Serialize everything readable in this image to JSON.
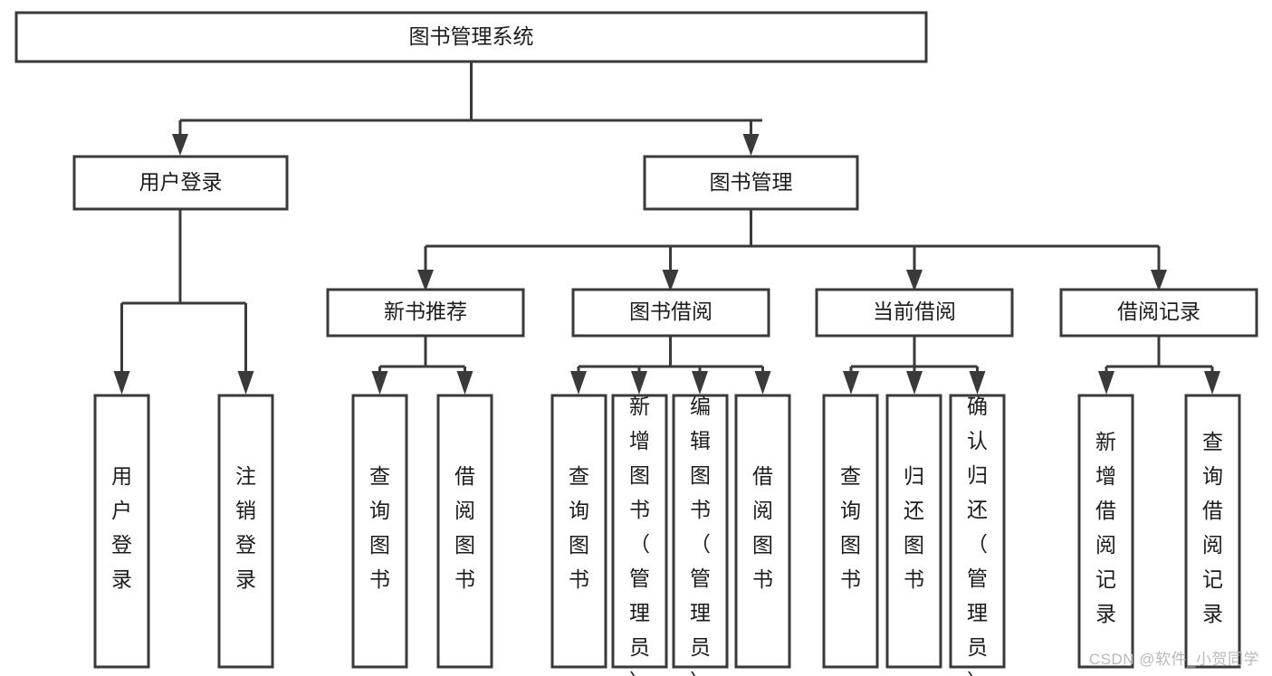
{
  "diagram": {
    "title": "图书管理系统",
    "type": "tree-hierarchy",
    "watermark": "CSDN @软件_小贺同学",
    "colors": {
      "background": "#ffffff",
      "box_stroke": "#3a3a3a",
      "box_fill": "#ffffff",
      "text": "#1c1c1c",
      "connector": "#3a3a3a",
      "watermark": "#b9b9b9"
    },
    "levels": {
      "root": {
        "label": "图书管理系统"
      },
      "level2": [
        {
          "label": "用户登录"
        },
        {
          "label": "图书管理"
        }
      ],
      "level3": [
        {
          "label": "新书推荐"
        },
        {
          "label": "图书借阅"
        },
        {
          "label": "当前借阅"
        },
        {
          "label": "借阅记录"
        }
      ],
      "leaves": [
        {
          "label": "用户登录",
          "parent": "用户登录"
        },
        {
          "label": "注销登录",
          "parent": "用户登录"
        },
        {
          "label": "查询图书",
          "parent": "新书推荐"
        },
        {
          "label": "借阅图书",
          "parent": "新书推荐"
        },
        {
          "label": "查询图书",
          "parent": "图书借阅"
        },
        {
          "label": "新增图书（管理员）",
          "parent": "图书借阅"
        },
        {
          "label": "编辑图书（管理员）",
          "parent": "图书借阅"
        },
        {
          "label": "借阅图书",
          "parent": "图书借阅"
        },
        {
          "label": "查询图书",
          "parent": "当前借阅"
        },
        {
          "label": "归还图书",
          "parent": "当前借阅"
        },
        {
          "label": "确认归还（管理员）",
          "parent": "当前借阅"
        },
        {
          "label": "新增借阅记录",
          "parent": "借阅记录"
        },
        {
          "label": "查询借阅记录",
          "parent": "借阅记录"
        }
      ]
    }
  }
}
